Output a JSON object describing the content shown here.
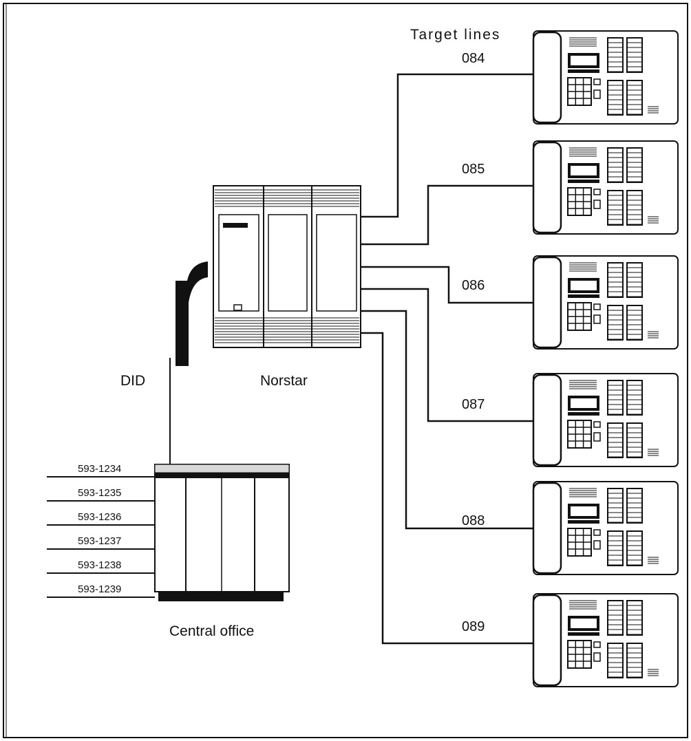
{
  "diagram": {
    "title": "Target lines",
    "switch_label": "Norstar",
    "trunk_label": "DID",
    "central_office_label": "Central office",
    "target_extensions": [
      "084",
      "085",
      "086",
      "087",
      "088",
      "089"
    ],
    "incoming_numbers": [
      "593-1234",
      "593-1235",
      "593-1236",
      "593-1237",
      "593-1238",
      "593-1239"
    ]
  },
  "colors": {
    "ink": "#111111",
    "paper": "#ffffff",
    "shade": "#d8d8d8"
  }
}
